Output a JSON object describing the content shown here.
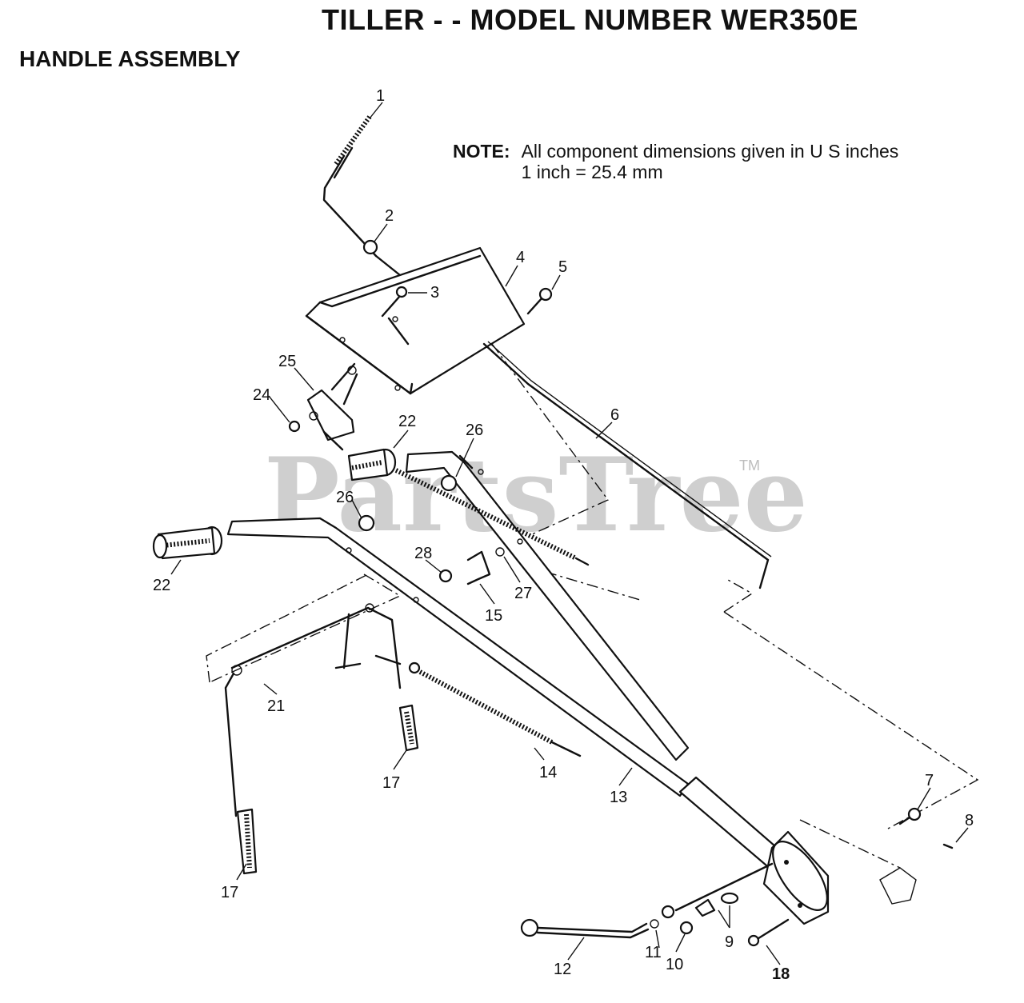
{
  "header": {
    "title": "TILLER - - MODEL NUMBER WER350E",
    "section": "HANDLE ASSEMBLY"
  },
  "note": {
    "label": "NOTE:",
    "line1": "All component dimensions given in U S  inches",
    "line2": "1 inch = 25.4 mm"
  },
  "watermark": {
    "text": "PartsTree",
    "tm": "TM"
  },
  "callouts": [
    "1",
    "2",
    "3",
    "4",
    "5",
    "6",
    "7",
    "8",
    "9",
    "10",
    "11",
    "12",
    "13",
    "14",
    "15",
    "17",
    "17",
    "18",
    "21",
    "22",
    "22",
    "24",
    "25",
    "26",
    "26",
    "27",
    "28"
  ]
}
